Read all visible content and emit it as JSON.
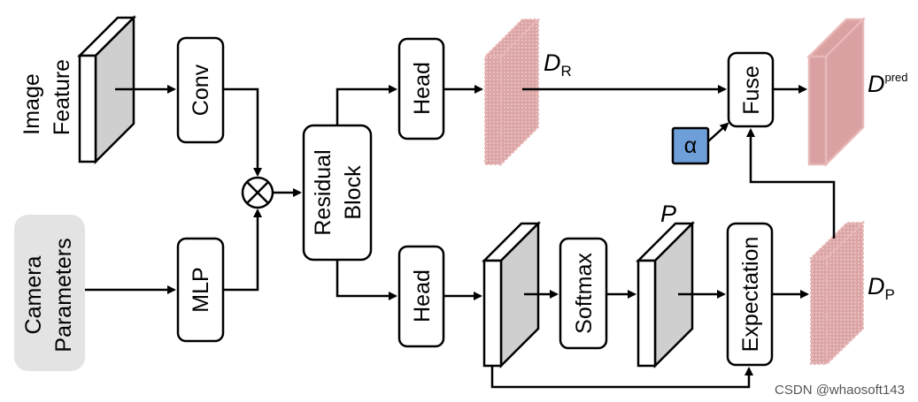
{
  "inputs": {
    "image_feature": {
      "line1": "Image",
      "line2": "Feature"
    },
    "camera_parameters": {
      "line1": "Camera",
      "line2": "Parameters"
    }
  },
  "blocks": {
    "conv": "Conv",
    "mlp": "MLP",
    "residual_block": {
      "line1": "Residual",
      "line2": "Block"
    },
    "head_top": "Head",
    "head_bottom": "Head",
    "softmax": "Softmax",
    "expectation": "Expectation",
    "fuse": "Fuse",
    "alpha": "α"
  },
  "symbols": {
    "multiply": "⊗",
    "d_r": {
      "base": "D",
      "sub": "R"
    },
    "d_p": {
      "base": "D",
      "sub": "P"
    },
    "p": "P",
    "d_pred": {
      "base": "D",
      "sup": "pred"
    }
  },
  "colors": {
    "feature_gray": "#cfcfcf",
    "depth_pink": "#d9a1a1",
    "depth_border": "#e8b8b8",
    "alpha_blue": "#6f9fd8",
    "camera_bg": "#e3e3e3",
    "stroke": "#000000"
  },
  "watermark": "CSDN @whaosoft143"
}
